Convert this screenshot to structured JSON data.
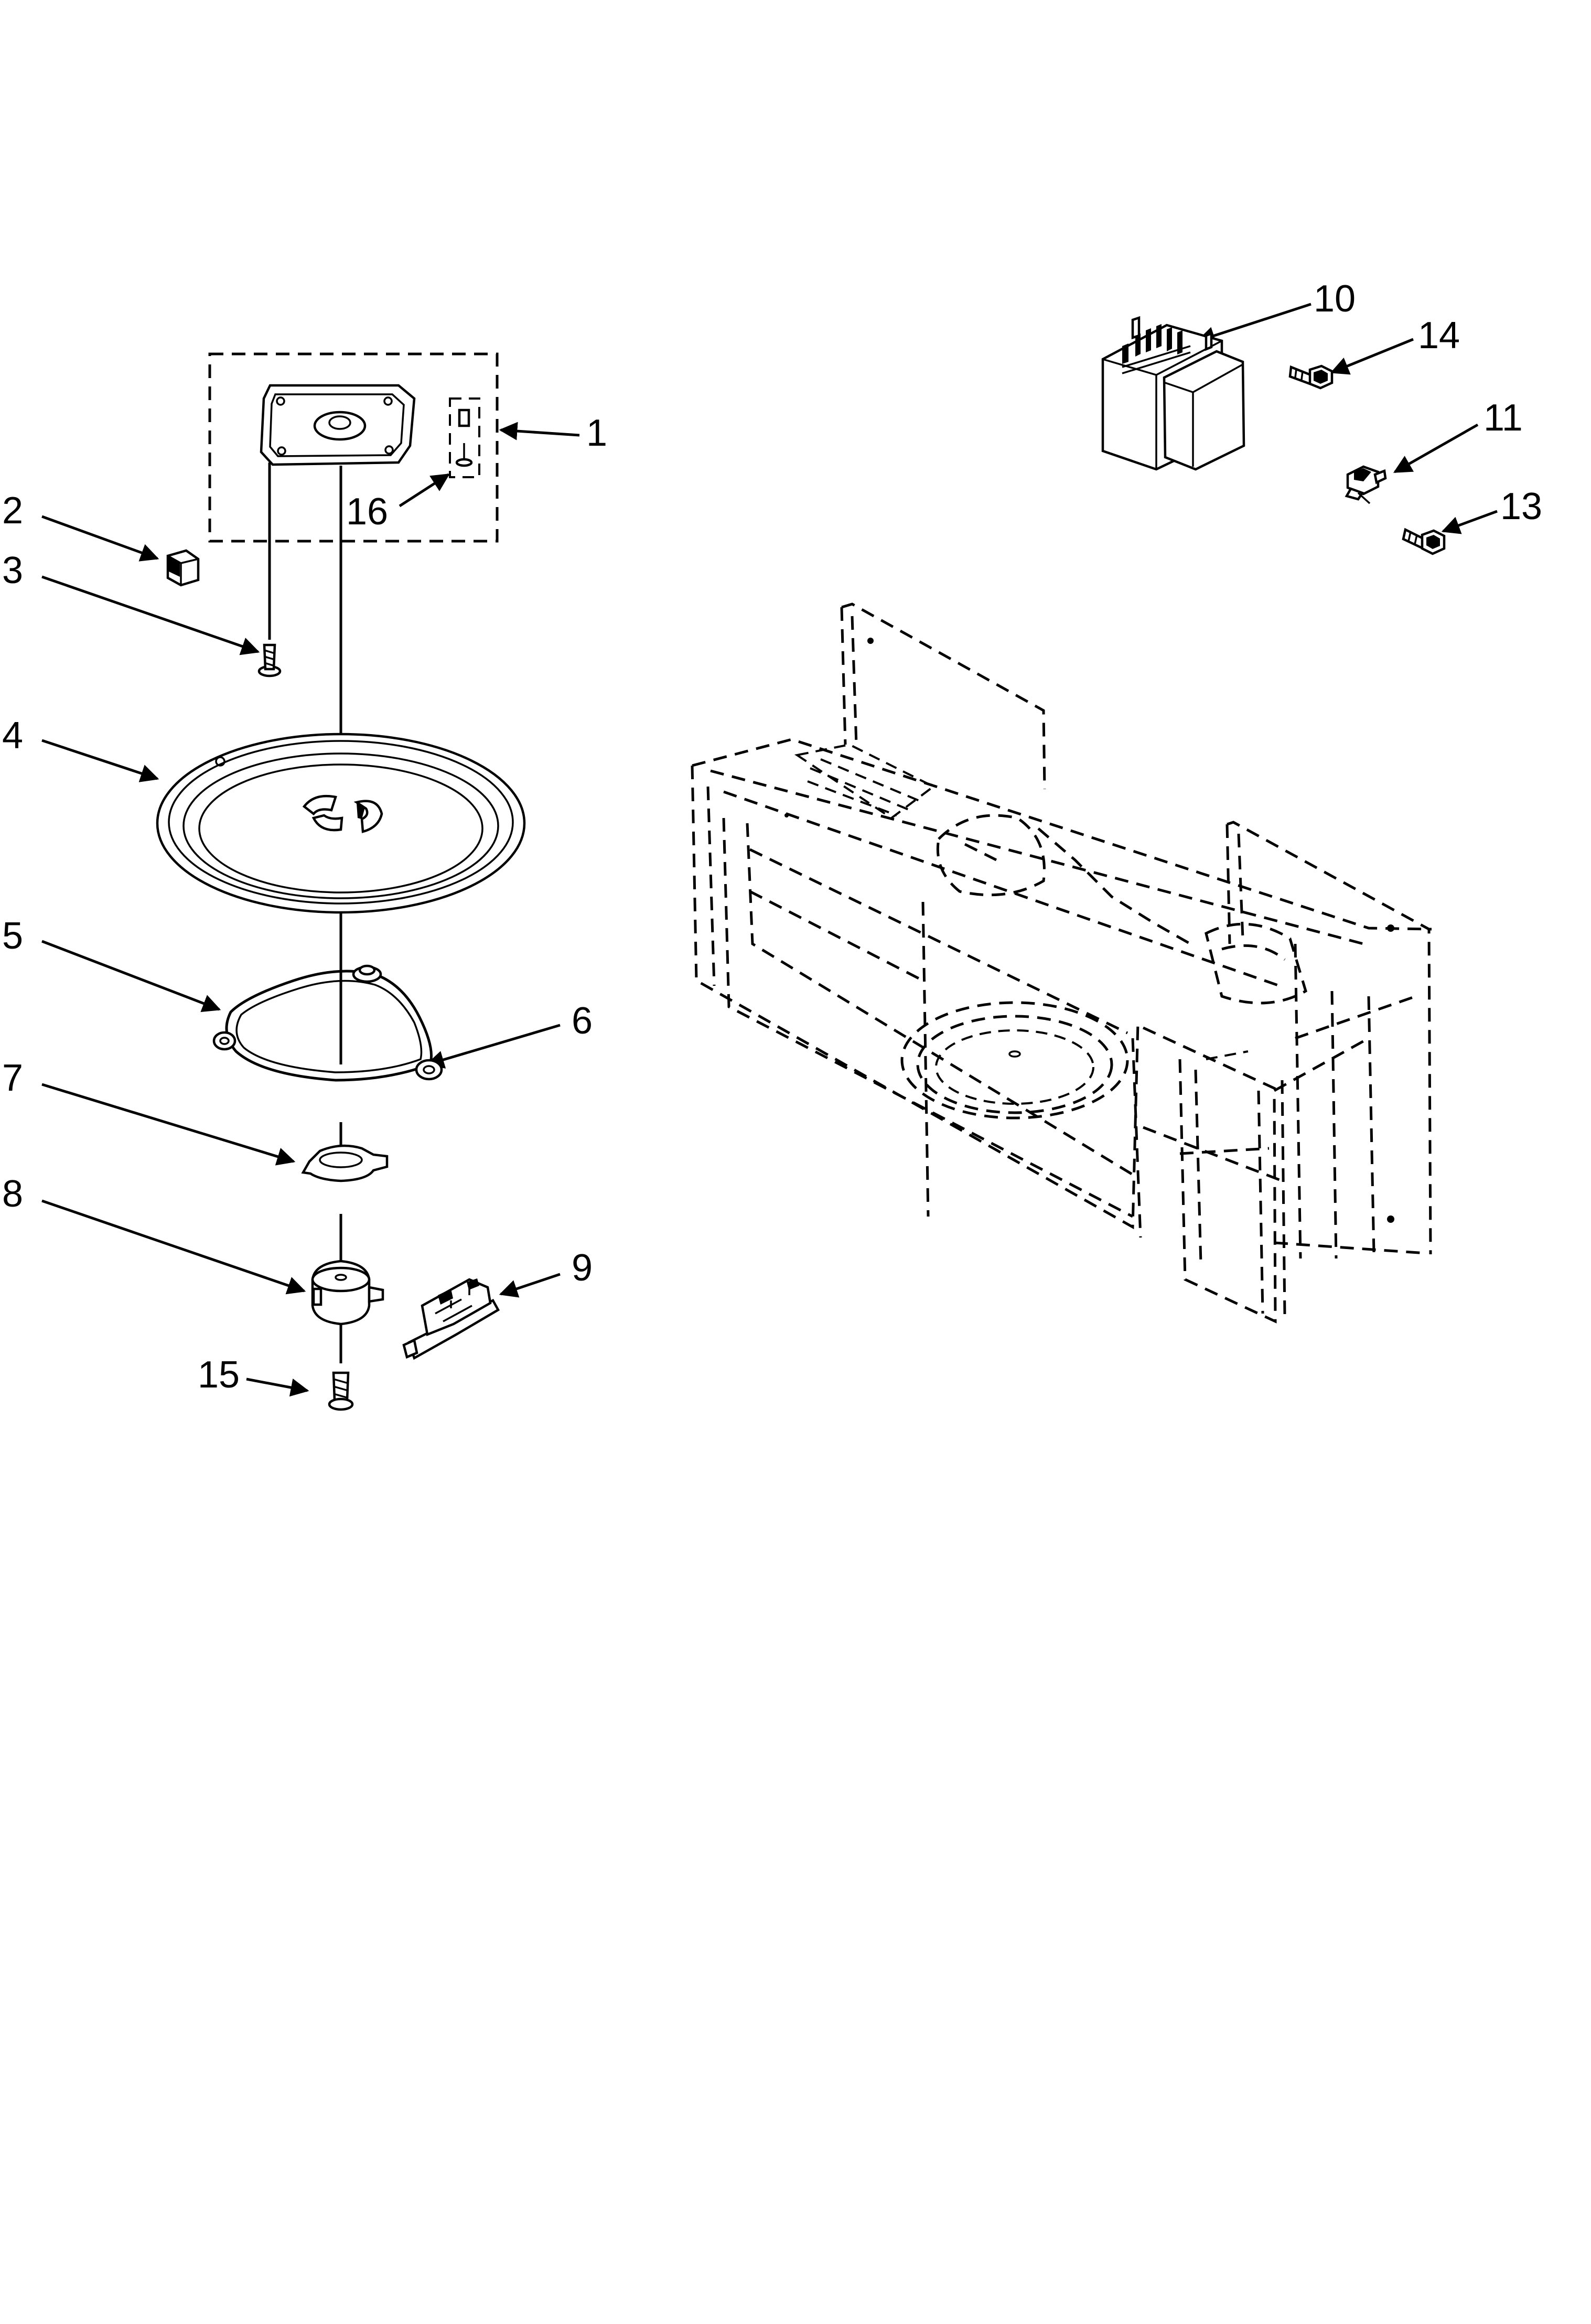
{
  "diagram": {
    "type": "exploded-parts-diagram",
    "colors": {
      "line": "#000000",
      "background": "#ffffff"
    },
    "callouts": [
      {
        "id": "c1",
        "label": "1",
        "part": "turntable-drive-bracket-assembly"
      },
      {
        "id": "c2",
        "label": "2",
        "part": "turntable-coupler-small"
      },
      {
        "id": "c3",
        "label": "3",
        "part": "screw"
      },
      {
        "id": "c4",
        "label": "4",
        "part": "turntable-tray"
      },
      {
        "id": "c5",
        "label": "5",
        "part": "roller-ring"
      },
      {
        "id": "c6",
        "label": "6",
        "part": "roller"
      },
      {
        "id": "c7",
        "label": "7",
        "part": "coupler"
      },
      {
        "id": "c8",
        "label": "8",
        "part": "turntable-motor"
      },
      {
        "id": "c9",
        "label": "9",
        "part": "motor-bracket"
      },
      {
        "id": "c10",
        "label": "10",
        "part": "transformer"
      },
      {
        "id": "c11",
        "label": "11",
        "part": "thermostat"
      },
      {
        "id": "c13",
        "label": "13",
        "part": "screw"
      },
      {
        "id": "c14",
        "label": "14",
        "part": "screw"
      },
      {
        "id": "c15",
        "label": "15",
        "part": "screw"
      },
      {
        "id": "c16",
        "label": "16",
        "part": "screw-and-bushing"
      }
    ]
  }
}
